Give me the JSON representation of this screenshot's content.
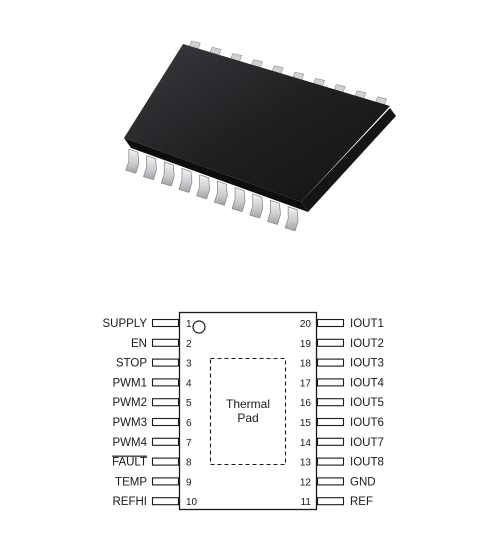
{
  "thermal_pad": {
    "line1": "Thermal",
    "line2": "Pad"
  },
  "left_pins": [
    {
      "number": "1",
      "name": "SUPPLY",
      "overline": false
    },
    {
      "number": "2",
      "name": "EN",
      "overline": false
    },
    {
      "number": "3",
      "name": "STOP",
      "overline": false
    },
    {
      "number": "4",
      "name": "PWM1",
      "overline": false
    },
    {
      "number": "5",
      "name": "PWM2",
      "overline": false
    },
    {
      "number": "6",
      "name": "PWM3",
      "overline": false
    },
    {
      "number": "7",
      "name": "PWM4",
      "overline": false
    },
    {
      "number": "8",
      "name": "FAULT",
      "overline": true
    },
    {
      "number": "9",
      "name": "TEMP",
      "overline": false
    },
    {
      "number": "10",
      "name": "REFHI",
      "overline": false
    }
  ],
  "right_pins": [
    {
      "number": "20",
      "name": "IOUT1"
    },
    {
      "number": "19",
      "name": "IOUT2"
    },
    {
      "number": "18",
      "name": "IOUT3"
    },
    {
      "number": "17",
      "name": "IOUT4"
    },
    {
      "number": "16",
      "name": "IOUT5"
    },
    {
      "number": "15",
      "name": "IOUT6"
    },
    {
      "number": "14",
      "name": "IOUT7"
    },
    {
      "number": "13",
      "name": "IOUT8"
    },
    {
      "number": "12",
      "name": "GND"
    },
    {
      "number": "11",
      "name": "REF"
    }
  ],
  "colors": {
    "chip_body": "#1c1d1f",
    "chip_top": "#2b2c2e",
    "lead": "#d9dadc",
    "outline": "#1a1a1a"
  }
}
